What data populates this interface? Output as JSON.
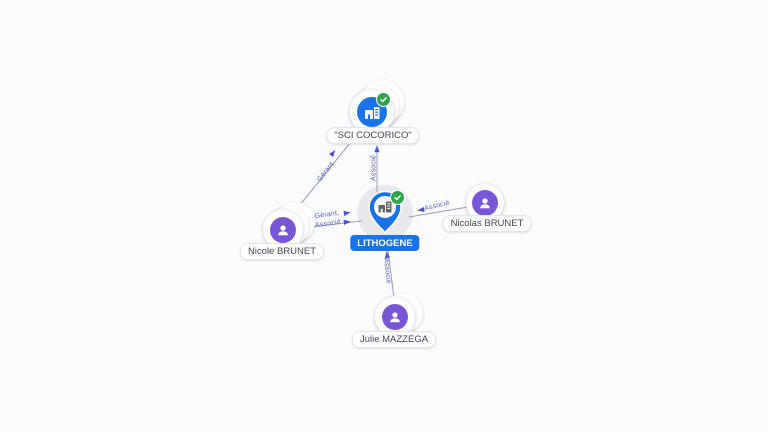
{
  "app": {
    "view": "company-network-graph",
    "background": "#fafcfe"
  },
  "colors": {
    "company_blue": "#1a73e8",
    "person_purple": "#7857d6",
    "verified_green": "#2ea44f",
    "selected_label_bg": "#1a73e8",
    "edge_line": "#9aa0ae",
    "edge_label": "#5a5fc0",
    "arrow": "#4a55c8",
    "node_label_text": "#3f4656",
    "selection_halo": "#e8e9ee"
  },
  "graph": {
    "nodes": [
      {
        "id": "sci-cocorico",
        "label": "\"SCI COCORICO\"",
        "type": "company",
        "verified": true,
        "icon": "building-icon"
      },
      {
        "id": "lithogene",
        "label": "LITHOGENE",
        "type": "company",
        "verified": true,
        "selected": true,
        "icon": "building-pin-icon"
      },
      {
        "id": "nicole-brunet",
        "label": "Nicole BRUNET",
        "type": "person",
        "icon": "person-icon"
      },
      {
        "id": "nicolas-brunet",
        "label": "Nicolas BRUNET",
        "type": "person",
        "icon": "person-icon"
      },
      {
        "id": "julie-mazzega",
        "label": "Julie MAZZEGA",
        "type": "person",
        "icon": "person-icon"
      }
    ],
    "edges": [
      {
        "from": "nicole-brunet",
        "to": "sci-cocorico",
        "labels": [
          "Gérant"
        ]
      },
      {
        "from": "lithogene",
        "to": "sci-cocorico",
        "labels": [
          "Associé"
        ]
      },
      {
        "from": "nicole-brunet",
        "to": "lithogene",
        "labels": [
          "Gérant,",
          "Associé"
        ]
      },
      {
        "from": "nicolas-brunet",
        "to": "lithogene",
        "labels": [
          "Associé"
        ]
      },
      {
        "from": "julie-mazzega",
        "to": "lithogene",
        "labels": [
          "Associé"
        ]
      }
    ]
  }
}
